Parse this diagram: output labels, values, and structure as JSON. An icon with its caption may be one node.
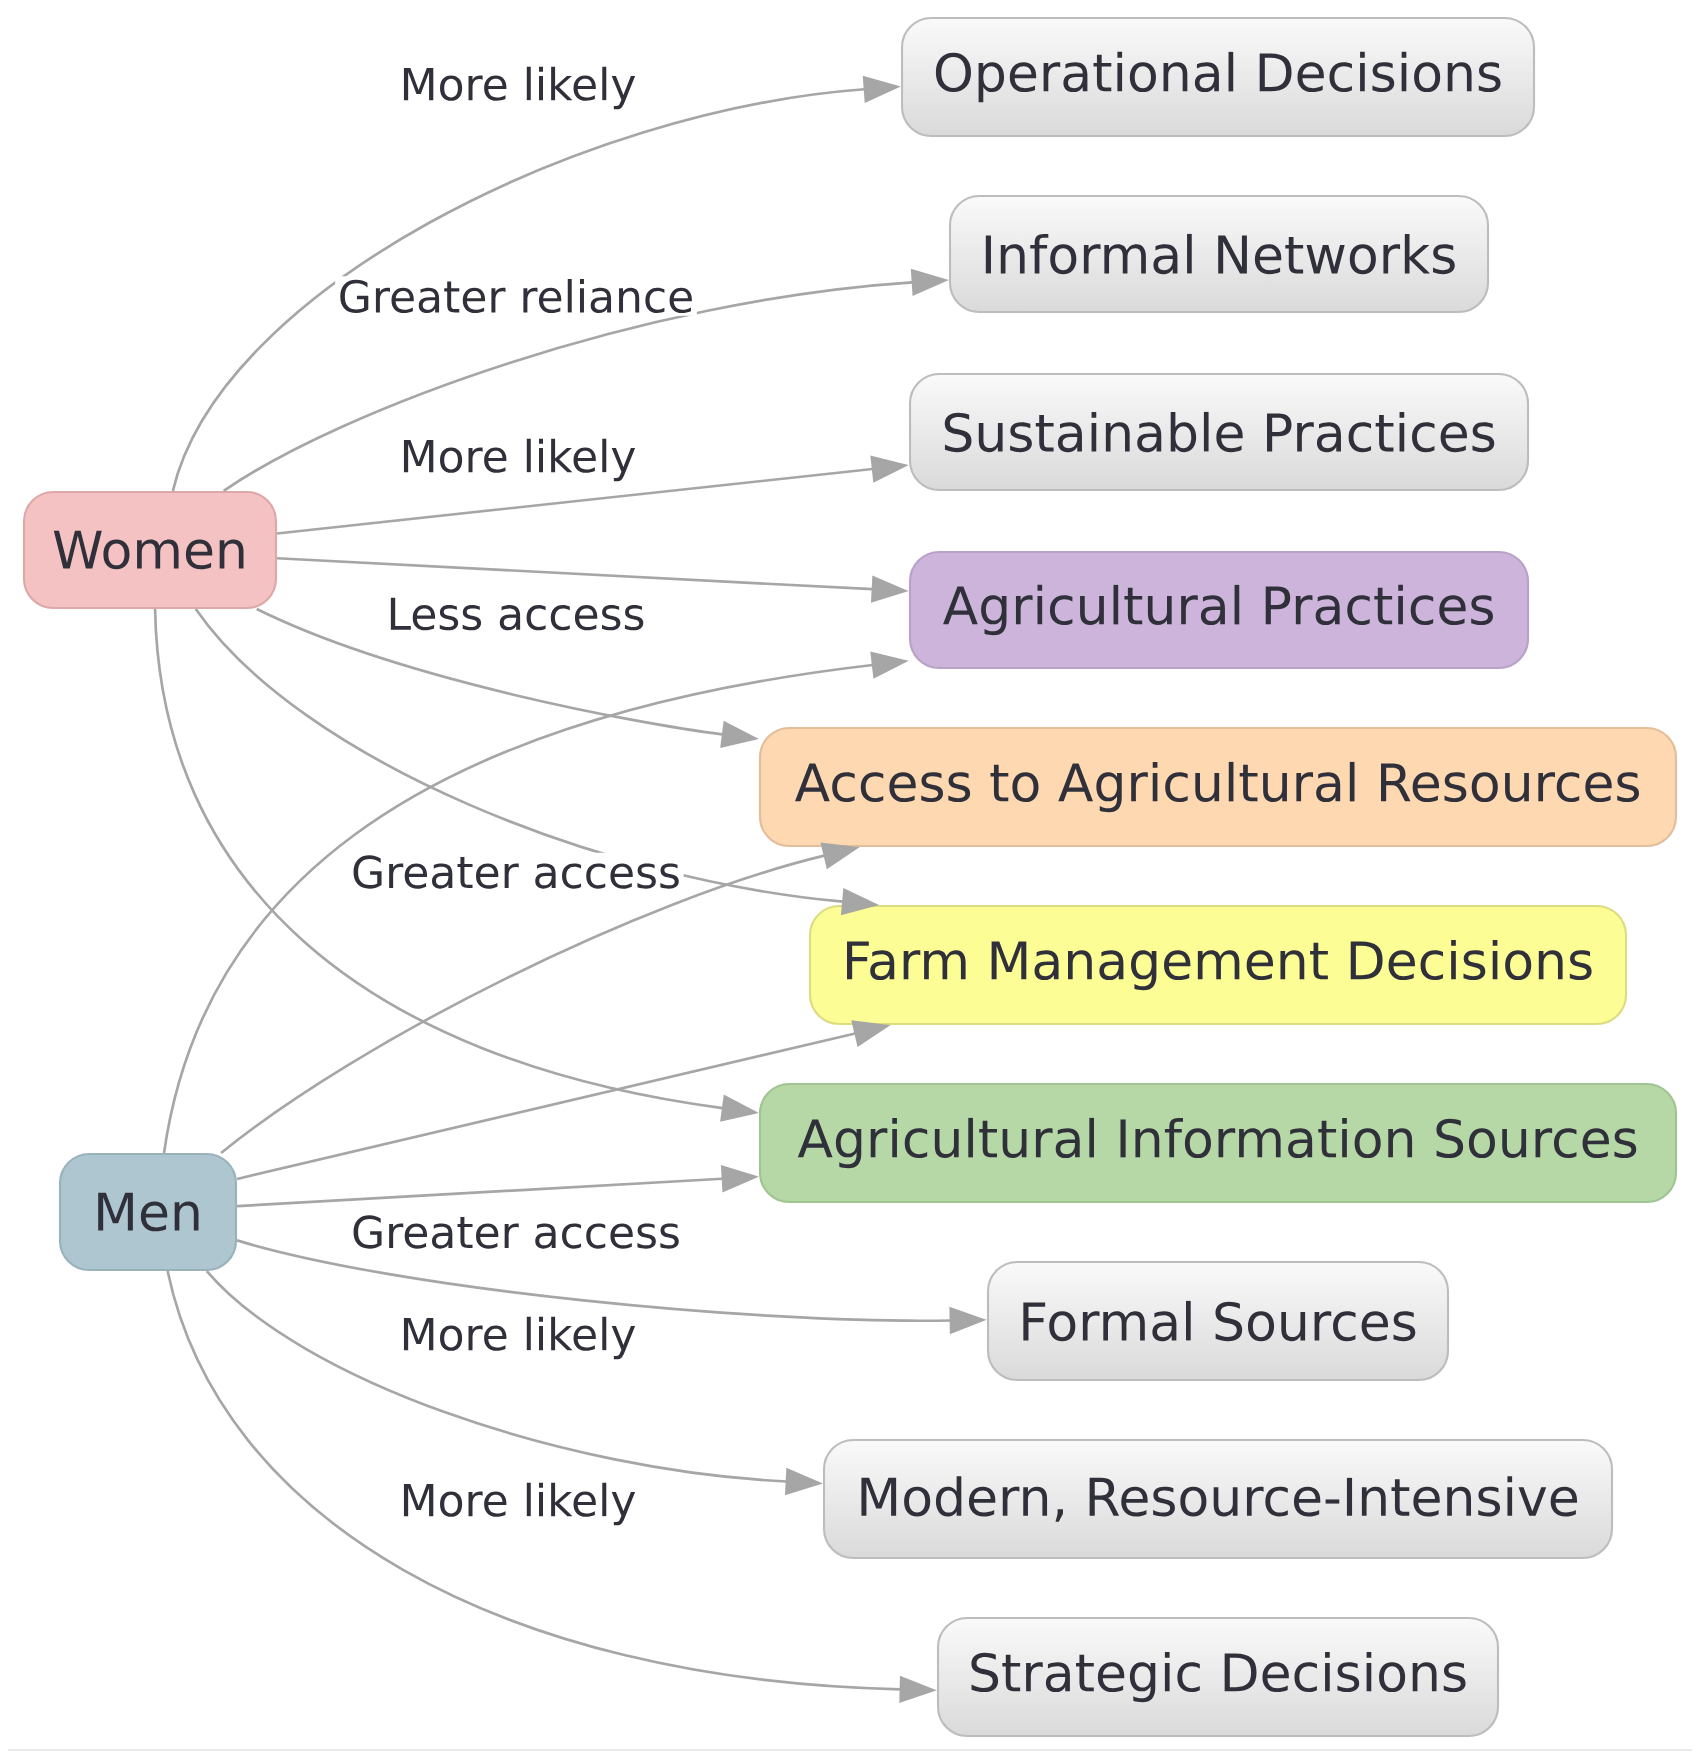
{
  "diagram": {
    "nodes": [
      {
        "text": [
          "Women"
        ]
      },
      {
        "text": [
          "Men"
        ]
      },
      {
        "text": [
          "Operational Decisions"
        ]
      },
      {
        "text": [
          "Informal Networks"
        ]
      },
      {
        "text": [
          "Sustainable Practices"
        ]
      },
      {
        "text": [
          "Agricultural Practices"
        ]
      },
      {
        "text": [
          "Access to Agricultural Resources"
        ]
      },
      {
        "text": [
          "Farm Management Decisions"
        ]
      },
      {
        "text": [
          "Agricultural Information Sources"
        ]
      },
      {
        "text": [
          "Formal Sources"
        ]
      },
      {
        "text": [
          "Modern, Resource-Intensive"
        ]
      },
      {
        "text": [
          "Strategic Decisions"
        ]
      }
    ],
    "edges": [
      {
        "from": 0,
        "to": 2,
        "arrow": "to",
        "label": "More likely"
      },
      {
        "from": 0,
        "to": 3,
        "arrow": "to",
        "label": "Greater reliance"
      },
      {
        "from": 0,
        "to": 4,
        "arrow": "to",
        "label": "More likely"
      },
      {
        "from": 0,
        "to": 5,
        "arrow": "to"
      },
      {
        "from": 0,
        "to": 6,
        "arrow": "to",
        "label": "Less access"
      },
      {
        "from": 0,
        "to": 7,
        "arrow": "to"
      },
      {
        "from": 0,
        "to": 8,
        "arrow": "to"
      },
      {
        "from": 1,
        "to": 5,
        "arrow": "to"
      },
      {
        "from": 1,
        "to": 6,
        "arrow": "to",
        "label": "Greater access"
      },
      {
        "from": 1,
        "to": 7,
        "arrow": "to"
      },
      {
        "from": 1,
        "to": 8,
        "arrow": "to"
      },
      {
        "from": 1,
        "to": 9,
        "arrow": "to",
        "label": "Greater access"
      },
      {
        "from": 1,
        "to": 10,
        "arrow": "to",
        "label": "More likely"
      },
      {
        "from": 1,
        "to": 11,
        "arrow": "to",
        "label": "More likely"
      }
    ]
  }
}
